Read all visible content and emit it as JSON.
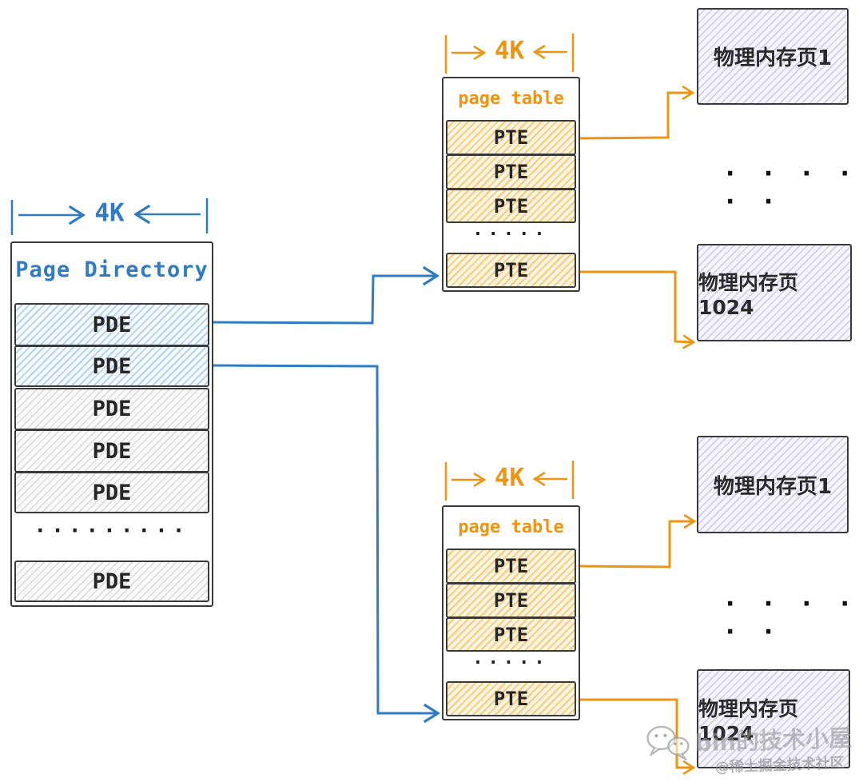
{
  "colors": {
    "blue": "#2f7cc4",
    "orange": "#ee9410",
    "ink": "#3a3a3a"
  },
  "page_directory": {
    "dimension_label": "4K",
    "title": "Page Directory",
    "entries": [
      "PDE",
      "PDE",
      "PDE",
      "PDE",
      "PDE"
    ],
    "ellipsis": "·········",
    "last_entry": "PDE"
  },
  "page_tables": [
    {
      "dimension_label": "4K",
      "title": "page table",
      "entries": [
        "PTE",
        "PTE",
        "PTE"
      ],
      "ellipsis": "·····",
      "last_entry": "PTE"
    },
    {
      "dimension_label": "4K",
      "title": "page table",
      "entries": [
        "PTE",
        "PTE",
        "PTE"
      ],
      "ellipsis": "·····",
      "last_entry": "PTE"
    }
  ],
  "memory": {
    "top": {
      "first": "物理内存页1",
      "ellipsis": "· · · · · ·",
      "last": "物理内存页1024"
    },
    "bottom": {
      "first": "物理内存页1",
      "ellipsis": "· · · · · ·",
      "last": "物理内存页1024"
    }
  },
  "watermark": {
    "icon": "wechat-icon",
    "name": "bin的技术小屋",
    "community": "@稀土掘金技术社区"
  }
}
